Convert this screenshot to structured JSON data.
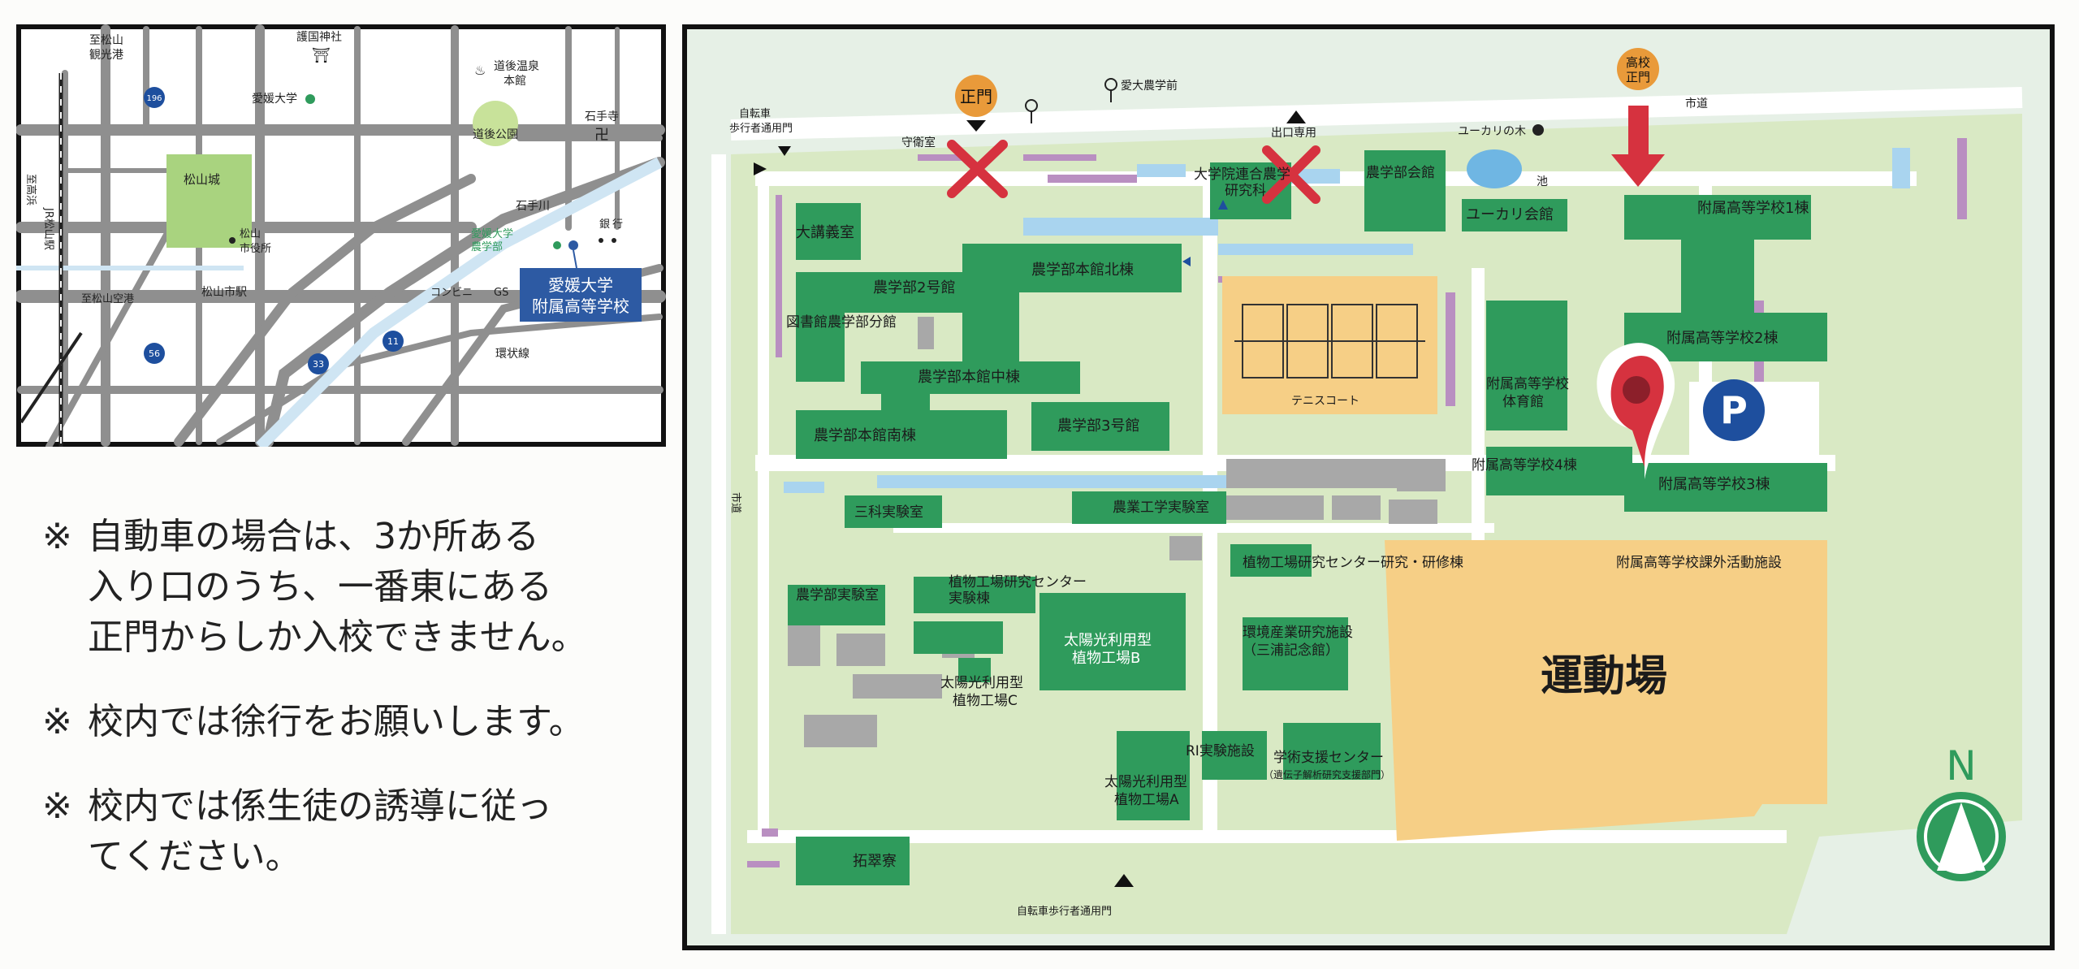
{
  "colors": {
    "road": "#8f8f8f",
    "river": "#cfe5f3",
    "campus_ground": "#d9e9c4",
    "building": "#2f9b5c",
    "field": "#f6cf86",
    "parking": "#1e4f9e",
    "marker": "#d6323f",
    "gate_badge": "#e99a3a",
    "grey_block": "#a8a8a8",
    "purple_strip": "#b98fc1",
    "water": "#a9d4ef",
    "school_box": "#2d5aa3"
  },
  "area_map": {
    "labels": {
      "shishi_a": "至松山",
      "shishi_b": "観光港",
      "gokoku": "護国神社",
      "onsen_a": "道後温泉",
      "onsen_b": "本館",
      "ehime_univ": "愛媛大学",
      "dogo_park": "道後公園",
      "ishiteji": "石手寺",
      "matsuyama_castle": "松山城",
      "ishite_river": "石手川",
      "city_hall_a": "松山",
      "city_hall_b": "市役所",
      "agri_a": "愛媛大学",
      "agri_b": "農学部",
      "bank_a": "銀",
      "bank_b": "行",
      "to_takahama": "至高浜",
      "jr_station": "JR松山駅",
      "to_airport": "至松山空港",
      "matsuyama_city_station": "松山市駅",
      "conveni": "コンビニ",
      "gs": "GS",
      "kanjo_road": "環状線",
      "route_196": "196",
      "route_56": "56",
      "route_33": "33",
      "route_11": "11"
    },
    "school_box_lines": [
      "愛媛大学",
      "附属高等学校"
    ]
  },
  "notes": [
    {
      "mark": "※",
      "text": "自動車の場合は、3か所ある\n入り口のうち、一番東にある\n正門からしか入校できません。"
    },
    {
      "mark": "※",
      "text": "校内では徐行をお願いします。"
    },
    {
      "mark": "※",
      "text": "校内では係生徒の誘導に従っ\nてください。"
    }
  ],
  "campus_map": {
    "markers": {
      "main_gate": "正門",
      "school_gate_line1": "高校",
      "school_gate_line2": "正門",
      "parking": "P",
      "north": "N"
    },
    "labels": {
      "bicycle_gate_nw_a": "自転車",
      "bicycle_gate_nw_b": "歩行者通用門",
      "guard": "守衛室",
      "bus_stop": "愛大農学前",
      "exit_only": "出口専用",
      "city_road_north": "市道",
      "eucalyptus": "ユーカリの木",
      "pond": "池",
      "grad_school_a": "大学院連合農学",
      "grad_school_b": "研究科",
      "agri_hall": "農学部会館",
      "eucalyptus_hall": "ユーカリ会館",
      "hs_bldg1": "附属高等学校1棟",
      "lecture_hall": "大講義室",
      "agri_main_north": "農学部本館北棟",
      "agri_bldg2": "農学部2号館",
      "library": "図書館農学部分館",
      "agri_main_center": "農学部本館中棟",
      "tennis": "テニスコート",
      "hs_bldg2": "附属高等学校2棟",
      "hs_gym_a": "附属高等学校",
      "hs_gym_b": "体育館",
      "agri_main_south": "農学部本館南棟",
      "agri_bldg3": "農学部3号館",
      "hs_bldg4": "附属高等学校4棟",
      "hs_bldg3": "附属高等学校3棟",
      "city_road_west": "市道",
      "science_lab": "三科実験室",
      "agri_eng_lab": "農業工学実験室",
      "plant_factory_res": "植物工場研究センター研究・研修棟",
      "hs_extra": "附属高等学校課外活動施設",
      "agri_lab": "農学部実験室",
      "plant_factory_exp_a": "植物工場研究センター",
      "plant_factory_exp_b": "実験棟",
      "env_research_a": "環境産業研究施設",
      "env_research_b": "（三浦記念館）",
      "sports_field": "運動場",
      "solar_b_a": "太陽光利用型",
      "solar_b_b": "植物工場B",
      "solar_c_a": "太陽光利用型",
      "solar_c_b": "植物工場C",
      "ri_lab": "RI実験施設",
      "academic_support_a": "学術支援センター",
      "academic_support_b": "（遺伝子解析研究支援部門）",
      "solar_a_a": "太陽光利用型",
      "solar_a_b": "植物工場A",
      "takusui_dorm": "拓翠寮",
      "bicycle_gate_south": "自転車歩行者通用門"
    }
  }
}
